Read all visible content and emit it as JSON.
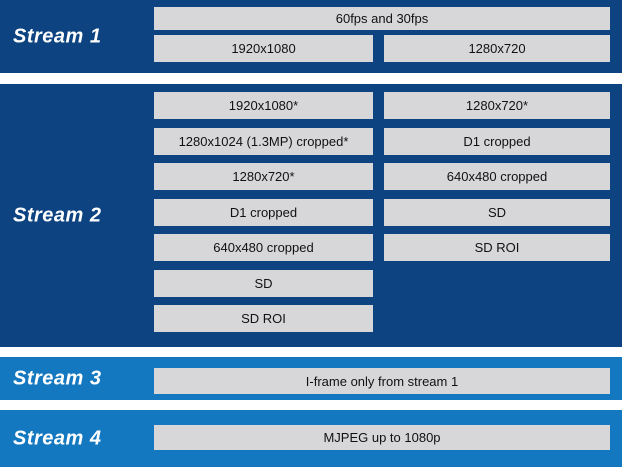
{
  "colors": {
    "dark_blue": "#0d4380",
    "light_blue": "#1478c0",
    "box_gray": "#d7d7d9",
    "box_border": "#c8c8c8",
    "text_dark": "#111111",
    "label_white": "#ffffff"
  },
  "streams": [
    {
      "label": "Stream 1",
      "framerate_box": "60fps and 30fps",
      "left_box": "1920x1080",
      "right_box": "1280x720"
    },
    {
      "label": "Stream 2",
      "left_column": [
        "1920x1080*",
        "1280x1024 (1.3MP) cropped*",
        "1280x720*",
        "D1 cropped",
        "640x480 cropped",
        "SD",
        "SD ROI"
      ],
      "right_column": [
        "1280x720*",
        "D1 cropped",
        "640x480 cropped",
        "SD",
        "SD ROI"
      ]
    },
    {
      "label": "Stream 3",
      "box": "I-frame only from stream 1"
    },
    {
      "label": "Stream 4",
      "box": "MJPEG up to 1080p"
    }
  ]
}
